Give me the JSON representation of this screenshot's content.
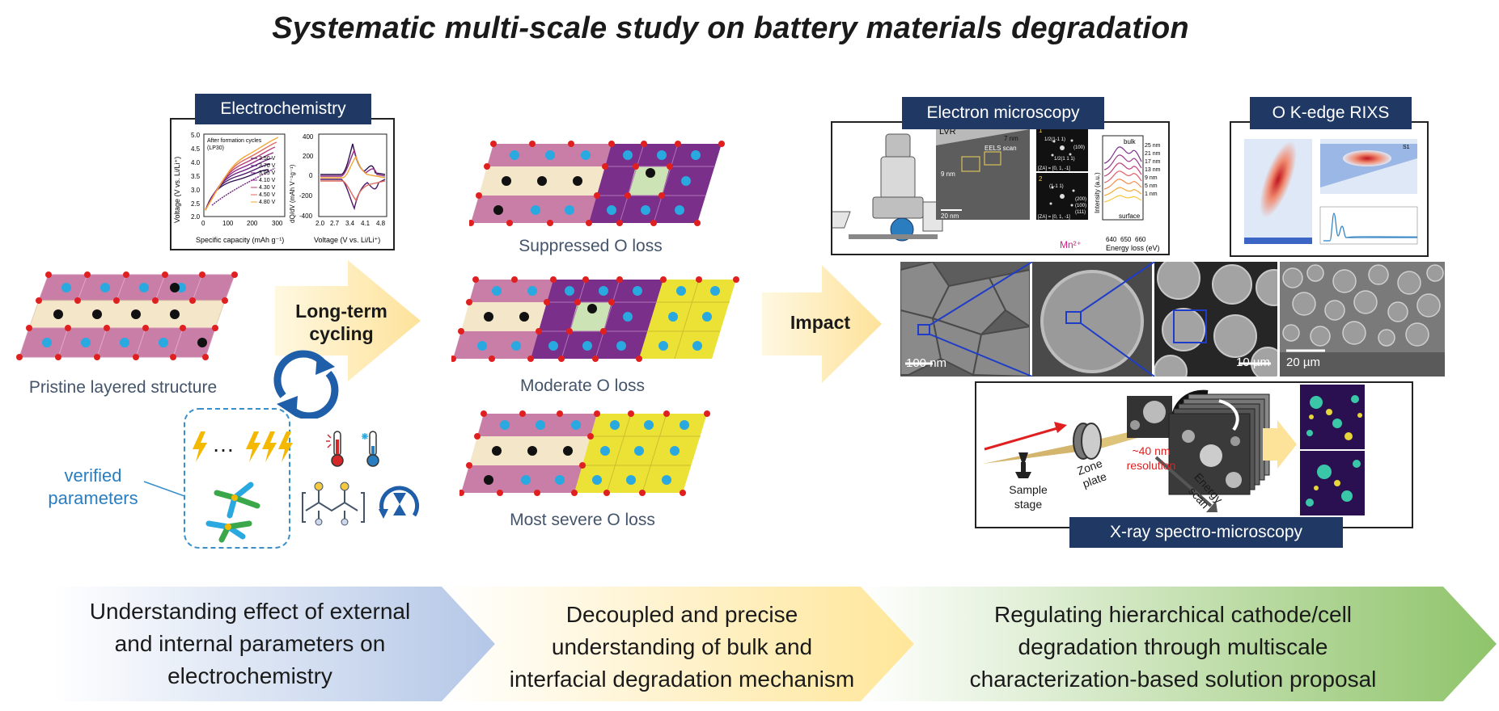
{
  "title": "Systematic multi-scale study on battery materials degradation",
  "electrochemistry": {
    "header": "Electrochemistry",
    "plot1": {
      "note1": "After formation cycles",
      "note2": "(LP30)",
      "ylabel": "Voltage (V vs. Li/Li⁺)",
      "xlabel": "Specific capacity (mAh g⁻¹)",
      "yticks": [
        "5.0",
        "4.5",
        "4.0",
        "3.5",
        "3.0",
        "2.5",
        "2.0"
      ],
      "xticks": [
        "0",
        "100",
        "200",
        "300"
      ],
      "legend": [
        "3.50 V",
        "3.70 V",
        "3.95 V",
        "4.10 V",
        "4.30 V",
        "4.50 V",
        "4.80 V"
      ]
    },
    "plot2": {
      "ylabel": "dQ/dV (mAh V⁻¹g⁻¹)",
      "xlabel": "Voltage (V vs. Li/Li⁺)",
      "yticks": [
        "400",
        "200",
        "0",
        "-200",
        "-400"
      ],
      "xticks": [
        "2.0",
        "2.7",
        "3.4",
        "4.1",
        "4.8"
      ]
    }
  },
  "structures": {
    "pristine": "Pristine layered structure",
    "suppressed": "Suppressed O loss",
    "moderate": "Moderate O loss",
    "severe": "Most severe O loss"
  },
  "arrows": {
    "cycling_line1": "Long-term",
    "cycling_line2": "cycling",
    "impact": "Impact"
  },
  "parameters": {
    "label_line1": "verified",
    "label_line2": "parameters",
    "ellipsis": "…"
  },
  "microscopy": {
    "header": "Electron microscopy",
    "lvr": "LVR",
    "tem_labels": [
      "7 nm",
      "EELS scan",
      "9 nm",
      "20 nm"
    ],
    "diff_labels": [
      "1",
      "1/2(1-1 1)",
      "(100)",
      "1/2(1 1 1)",
      "[ZA] = [0, 1, -1]",
      "2",
      "(1-1 1)",
      "(200)",
      "(100)",
      "(111)",
      "[ZA] = [0, 1, -1]"
    ],
    "eels": {
      "top": "bulk",
      "bottom": "surface",
      "depths": [
        "25 nm",
        "21 nm",
        "17 nm",
        "13 nm",
        "9 nm",
        "5 nm",
        "1 nm"
      ],
      "ylabel": "Intensity (a.u.)",
      "xlabel": "Energy loss (eV)",
      "xticks": [
        "640",
        "650",
        "660"
      ],
      "mn": "Mn²⁺"
    }
  },
  "rixs": {
    "header": "O K-edge RIXS",
    "s1": "S1"
  },
  "sem": {
    "scale1": "100 nm",
    "scale2": "10 µm",
    "scale3": "20 µm"
  },
  "xray": {
    "header": "X-ray spectro-microscopy",
    "stage_line1": "Sample",
    "stage_line2": "stage",
    "zone_line1": "Zone",
    "zone_line2": "plate",
    "res_line1": "~40 nm",
    "res_line2": "resolution",
    "energy_line1": "Energy",
    "energy_line2": "scan"
  },
  "bottom": {
    "box1": [
      "Understanding effect of external",
      "and internal parameters on",
      "electrochemistry"
    ],
    "box2": [
      "Decoupled and precise",
      "understanding of bulk and",
      "interfacial degradation mechanism"
    ],
    "box3": [
      "Regulating hierarchical cathode/cell",
      "degradation through multiscale",
      "characterization-based solution proposal"
    ]
  },
  "colors": {
    "navy": "#1f3864",
    "pink": "#c87ea6",
    "cream": "#f4e6c8",
    "purple": "#7a2f8a",
    "yellow": "#ece135",
    "mint": "#cce3b5",
    "li_blue": "#2aa8e0",
    "o_red": "#e02020",
    "tm_black": "#111111",
    "arrow_yellow": "#fde9a9",
    "bottom_blue": "#b4c7e7",
    "bottom_yellow": "#ffe699",
    "bottom_green": "#8fc46a"
  }
}
